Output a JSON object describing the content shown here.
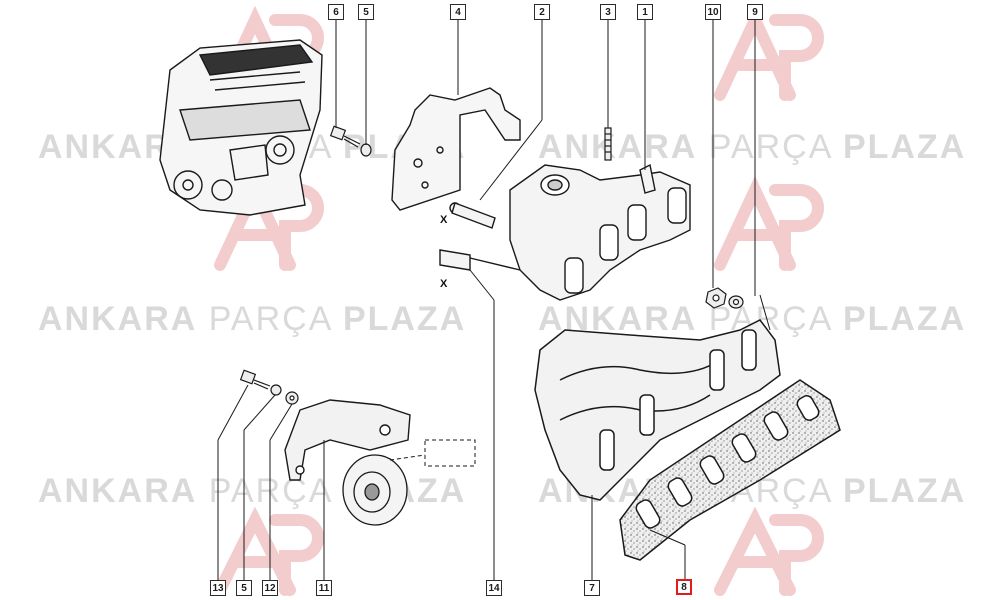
{
  "watermark": {
    "brand_left": "ANKARA",
    "brand_mid": "PARÇA",
    "brand_right": "PLAZA",
    "logo_letters": "AP"
  },
  "colors": {
    "highlight": "#e21b1b",
    "watermark": "#d9d9d9",
    "line": "#1a1a1a"
  },
  "callouts": {
    "c6": "6",
    "c5a": "5",
    "c4": "4",
    "c2": "2",
    "c3": "3",
    "c1": "1",
    "c10": "10",
    "c9": "9",
    "c13": "13",
    "c5b": "5",
    "c12": "12",
    "c11": "11",
    "c14": "14",
    "c7": "7",
    "c8": "8"
  },
  "markers": {
    "x_top": "X",
    "x_bottom": "X"
  }
}
